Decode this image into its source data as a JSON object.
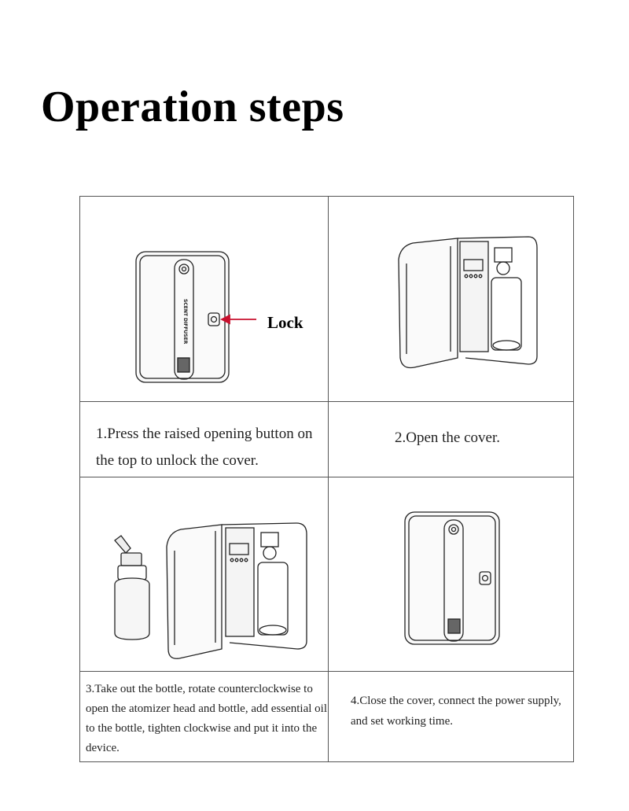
{
  "title": "Operation steps",
  "steps": [
    {
      "caption": "1.Press the raised opening button on the top to unlock the cover.",
      "label": "Lock"
    },
    {
      "caption": "2.Open the cover."
    },
    {
      "caption": "3.Take out the bottle, rotate counterclockwise to open the atomizer head and bottle, add essential oil to the bottle, tighten clockwise and put it into the device."
    },
    {
      "caption": "4.Close the cover, connect the power supply, and set working time."
    }
  ],
  "device_text": "SCENT DIFFUSER",
  "colors": {
    "arrow": "#c8102e",
    "line": "#222222",
    "border": "#555555"
  }
}
